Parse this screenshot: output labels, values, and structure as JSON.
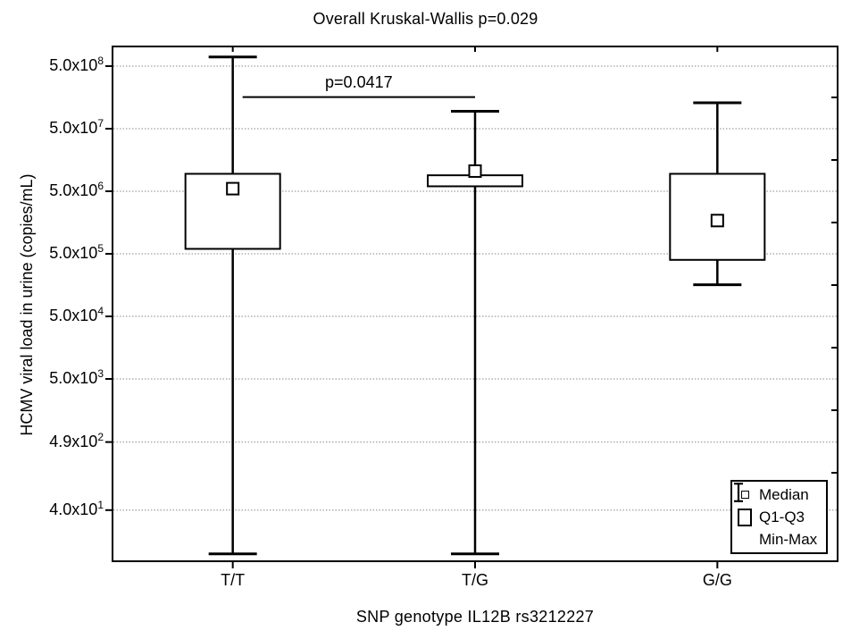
{
  "chart_data": {
    "type": "box",
    "title": "Overall Kruskal-Wallis p=0.029",
    "xlabel": "SNP genotype IL12B rs3212227",
    "ylabel": "HCMV viral load in urine (copies/mL)",
    "y_scale": "log10",
    "ylim": [
      6,
      1050000000
    ],
    "grid": "horizontal-dotted",
    "categories": [
      "T/T",
      "T/G",
      "G/G"
    ],
    "series": [
      {
        "category": "T/T",
        "min": 8,
        "q1": 600000,
        "median": 5500000,
        "q3": 9500000,
        "max": 700000000
      },
      {
        "category": "T/G",
        "min": 8,
        "q1": 6000000,
        "median": 10500000,
        "q3": 9000000,
        "max": 95000000
      },
      {
        "category": "G/G",
        "min": 160000,
        "q1": 400000,
        "median": 1700000,
        "q3": 9500000,
        "max": 130000000
      }
    ],
    "y_ticks": [
      {
        "mantissa": "5.0x10",
        "exp": "8",
        "value": 500000000
      },
      {
        "mantissa": "5.0x10",
        "exp": "7",
        "value": 50000000
      },
      {
        "mantissa": "5.0x10",
        "exp": "6",
        "value": 5000000
      },
      {
        "mantissa": "5.0x10",
        "exp": "5",
        "value": 500000
      },
      {
        "mantissa": "5.0x10",
        "exp": "4",
        "value": 50000
      },
      {
        "mantissa": "5.0x10",
        "exp": "3",
        "value": 5000
      },
      {
        "mantissa": "4.9x10",
        "exp": "2",
        "value": 490
      },
      {
        "mantissa": "4.0x10",
        "exp": "1",
        "value": 40
      }
    ],
    "annotations": [
      {
        "text": "p=0.0417",
        "compares": [
          "T/T",
          "T/G"
        ],
        "line_value": 160000000
      }
    ],
    "legend": {
      "position": "bottom-right",
      "items": [
        {
          "icon": "median-square",
          "label": "Median"
        },
        {
          "icon": "q1-q3-box",
          "label": "Q1-Q3"
        },
        {
          "icon": "min-max-whisker",
          "label": "Min-Max"
        }
      ]
    }
  },
  "colors": {
    "foreground": "#000000",
    "grid": "#a0a0a0",
    "background": "#ffffff"
  }
}
